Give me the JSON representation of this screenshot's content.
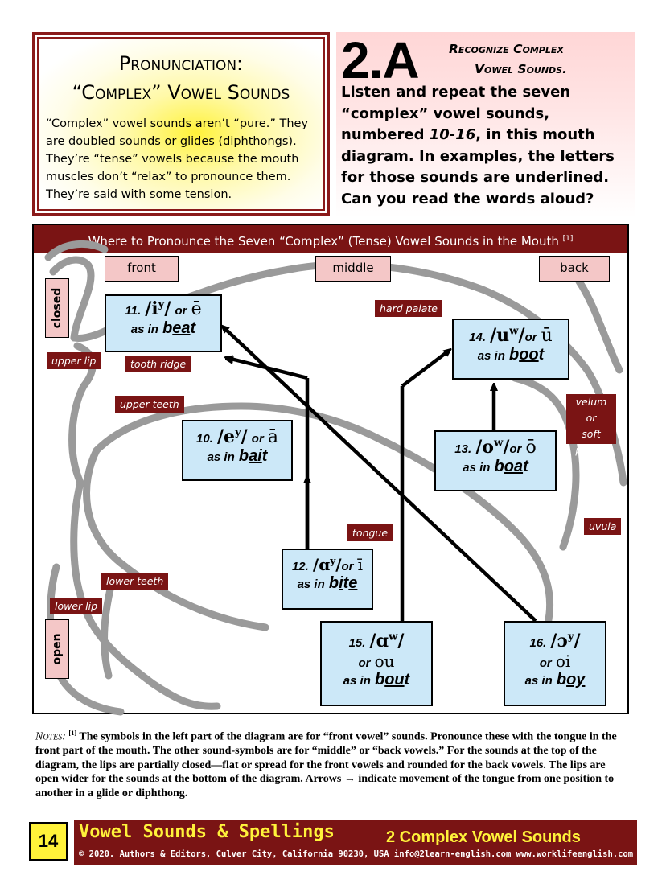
{
  "pronunciation_box": {
    "title": "Pronunciation:",
    "subtitle": "“Complex” Vowel Sounds",
    "body": "“Complex” vowel sounds aren’t “pure.” They are doubled sounds or glides (diphthongs). They’re “tense” vowels because the mouth muscles don’t “relax” to pronounce them. They’re said with some tension."
  },
  "unit": {
    "number": "2.A",
    "title_line1": "Recognize Complex",
    "title_line2": "Vowel Sounds.",
    "instructions_before": "Listen and repeat the seven “complex” vowel sounds, numbered ",
    "instructions_range": "10-16",
    "instructions_after": ", in this mouth diagram. In examples, the letters for those sounds are underlined. Can you read the words aloud?"
  },
  "diagram": {
    "header": "Where to Pronounce the Seven “Complex” (Tense) Vowel Sounds in the Mouth",
    "header_note": "[1]",
    "positions": {
      "front": "front",
      "middle": "middle",
      "back": "back",
      "closed": "closed",
      "open": "open"
    },
    "anatomy": {
      "upper_lip": "upper lip",
      "tooth_ridge": "tooth ridge",
      "upper_teeth": "upper teeth",
      "hard_palate": "hard palate",
      "velum": "velum or soft palate",
      "velum_l1": "velum or",
      "velum_l2": "soft",
      "velum_l3": "palate",
      "uvula": "uvula",
      "tongue": "tongue",
      "lower_teeth": "lower teeth",
      "lower_lip": "lower lip"
    },
    "vowels": [
      {
        "num": "11.",
        "ipa": "i",
        "glide": "y",
        "or": "or",
        "alt": "ē",
        "as_in": "as in",
        "pre": "b",
        "ul": "ea",
        "post": "t"
      },
      {
        "num": "10.",
        "ipa": "e",
        "glide": "y",
        "or": "or",
        "alt": "ā",
        "as_in": "as in",
        "pre": "b",
        "ul": "ai",
        "post": "t"
      },
      {
        "num": "12.",
        "ipa": "ɑ",
        "glide": "y",
        "or": "or",
        "alt": "ī",
        "as_in": "as in",
        "pre": "b",
        "ul": "i",
        "mid": "t",
        "ul2": "e",
        "post": ""
      },
      {
        "num": "14.",
        "ipa": "u",
        "glide": "w",
        "or": "or",
        "alt": "ū",
        "as_in": "as in",
        "pre": "b",
        "ul": "oo",
        "post": "t"
      },
      {
        "num": "13.",
        "ipa": "o",
        "glide": "w",
        "or": "or",
        "alt": "ō",
        "as_in": "as in",
        "pre": "b",
        "ul": "oa",
        "post": "t"
      },
      {
        "num": "15.",
        "ipa": "ɑ",
        "glide": "w",
        "or": "or",
        "alt": "ou",
        "as_in": "as in",
        "pre": "b",
        "ul": "ou",
        "post": "t"
      },
      {
        "num": "16.",
        "ipa": "ɔ",
        "glide": "y",
        "or": "or",
        "alt": "oi",
        "as_in": "as in",
        "pre": "b",
        "ul": "oy",
        "post": ""
      }
    ]
  },
  "notes": {
    "label": "Notes:",
    "ref": "[1]",
    "text": "The symbols in the left part of the diagram are for “front vowel” sounds. Pronounce these with the tongue in the front part of the mouth. The other sound-symbols are for “middle” or “back vowels.” For the sounds at the top of the diagram, the lips are partially closed—flat or spread for the front vowels and rounded for the back vowels. The lips are open wider for the sounds at the bottom of the diagram. Arrows → indicate movement of the tongue from one position to another in a glide or diphthong."
  },
  "footer": {
    "page_number": "14",
    "book_title": "Vowel Sounds & Spellings",
    "chapter": "2 Complex Vowel Sounds",
    "copyright": "© 2020. Authors & Editors, Culver City, California 90230, USA  info@2learn-english.com  www.worklifeenglish.com"
  },
  "colors": {
    "maroon": "#7a1414",
    "pink": "#f4c7c7",
    "light_blue": "#cce8f8",
    "yellow": "#fff23a"
  }
}
